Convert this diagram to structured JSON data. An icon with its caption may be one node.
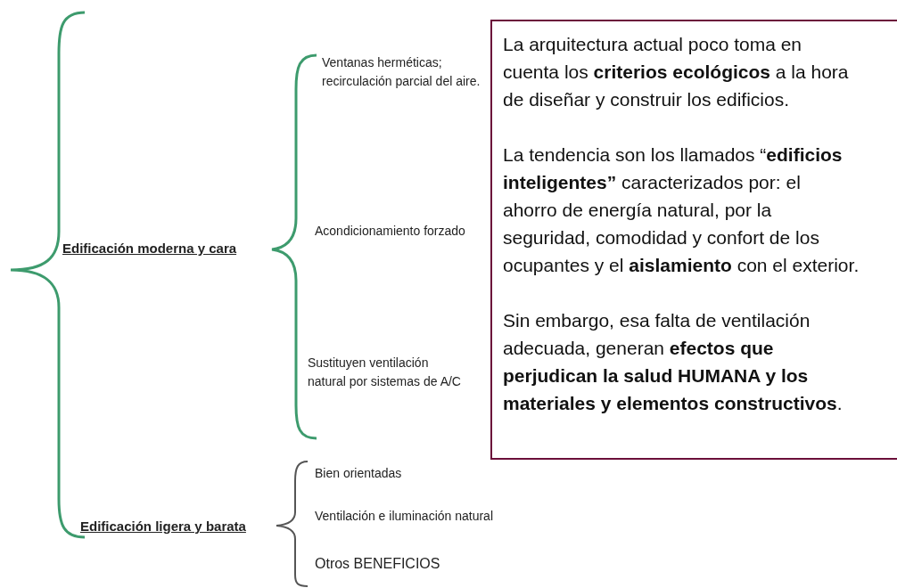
{
  "diagram": {
    "nodes": [
      {
        "text": [
          "La arquitectura actual poco toma en cuenta los **criterios ecológicos** a la hora de diseñar y construir los edificios.",
          "La tendencia son los llamados “**edificios inteligentes”** caracterizados por: el ahorro de energía natural, por la seguridad, comodidad y confort de los ocupantes y el **aislamiento** con el exterior.",
          "Sin embargo, esa falta de ventilación adecuada, generan **efectos que perjudican la salud HUMANA y los materiales y elementos constructivos**."
        ]
      }
    ],
    "labels": [
      "Edificación moderna y cara",
      "Ventanas herméticas; recirculación parcial del aire.",
      "Acondicionamiento forzado",
      "Sustituyen ventilación natural por sistemas de A/C",
      "Edificación ligera y barata",
      "Bien orientadas",
      "Ventilación e iluminación natural",
      "Otros BENEFICIOS"
    ]
  }
}
